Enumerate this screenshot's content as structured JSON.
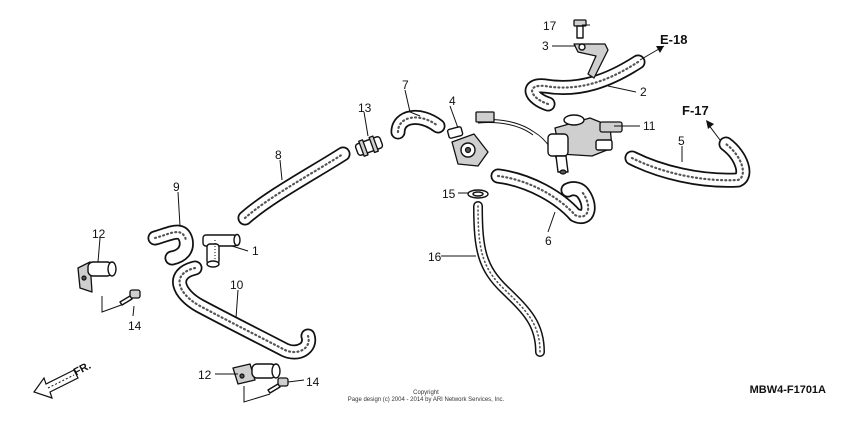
{
  "diagram": {
    "part_numbers": [
      "1",
      "2",
      "3",
      "4",
      "5",
      "6",
      "7",
      "8",
      "9",
      "10",
      "11",
      "12",
      "13",
      "14",
      "15",
      "16",
      "17"
    ],
    "second_labels": {
      "p12": "12",
      "p14": "14"
    },
    "section_refs": [
      "E-18",
      "F-17"
    ],
    "direction_label": "FR.",
    "figure_code": "MBW4-F1701A",
    "copyright": {
      "line1": "Copyright",
      "line2": "Page design (c) 2004 - 2014 by ARI Network Services, Inc."
    }
  }
}
